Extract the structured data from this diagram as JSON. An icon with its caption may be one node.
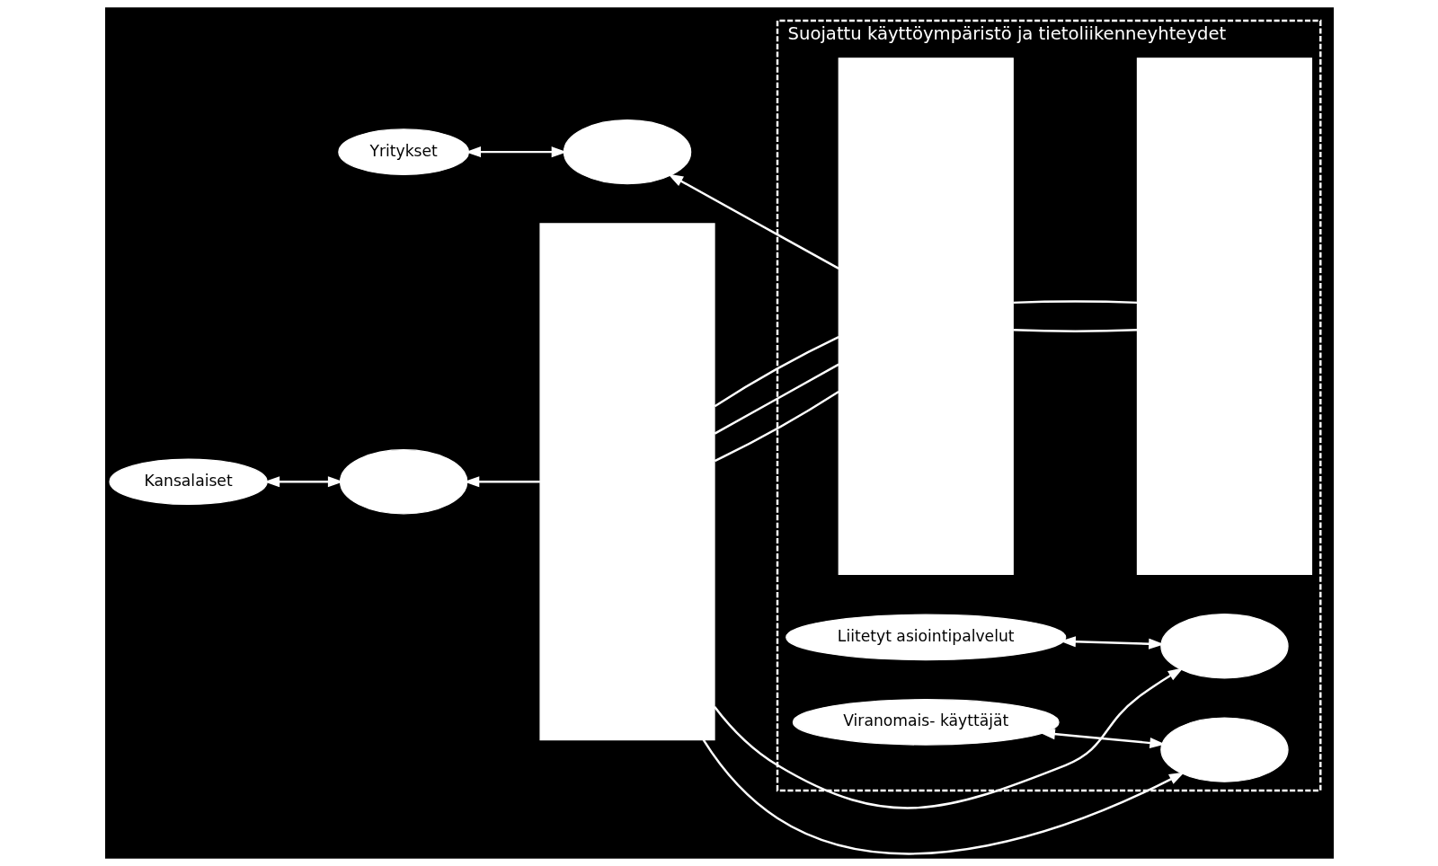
{
  "diagram": {
    "nodes": [
      {
        "text": [
          "Yritykset"
        ]
      },
      {
        "text": [],
        "shape": "cloud"
      },
      {
        "text": [
          "Kansalaiset"
        ]
      },
      {
        "text": [],
        "shape": "cloud"
      },
      {
        "text": [],
        "shape": "box"
      },
      {
        "text": [
          "Suojattu käyttöympäristö ja tietoliikenneyhteydet"
        ]
      },
      {
        "text": [
          "Liitetyt asiointipalvelut"
        ],
        "in": 5
      },
      {
        "text": [],
        "shape": "cloud",
        "in": 5
      },
      {
        "text": [
          "Viranomais- käyttäjät"
        ],
        "in": 5
      },
      {
        "text": [],
        "shape": "cloud",
        "in": 5
      },
      {
        "text": [],
        "shape": "box",
        "in": 5
      },
      {
        "text": [],
        "shape": "box",
        "in": 5
      }
    ],
    "edges": [
      {
        "from": 1,
        "to": 0,
        "arrow": "both"
      },
      {
        "from": 3,
        "to": 2,
        "arrow": "both"
      },
      {
        "from": 7,
        "to": 6,
        "arrow": "both"
      },
      {
        "from": 9,
        "to": 8,
        "arrow": "both"
      },
      {
        "from": 10,
        "to": 1,
        "arrow": "to"
      },
      {
        "from": 4,
        "to": 3,
        "arrow": "to"
      },
      {
        "from": 4,
        "to": 7,
        "arrow": "to"
      },
      {
        "from": 4,
        "to": 9,
        "arrow": "to"
      },
      {
        "from": 10,
        "to": 4,
        "arrow": "none"
      },
      {
        "from": 10,
        "to": 4,
        "arrow": "none"
      },
      {
        "from": 10,
        "to": 4,
        "arrow": "none"
      },
      {
        "from": 11,
        "to": 10,
        "arrow": "none"
      },
      {
        "from": 11,
        "to": 10,
        "arrow": "none"
      }
    ]
  }
}
